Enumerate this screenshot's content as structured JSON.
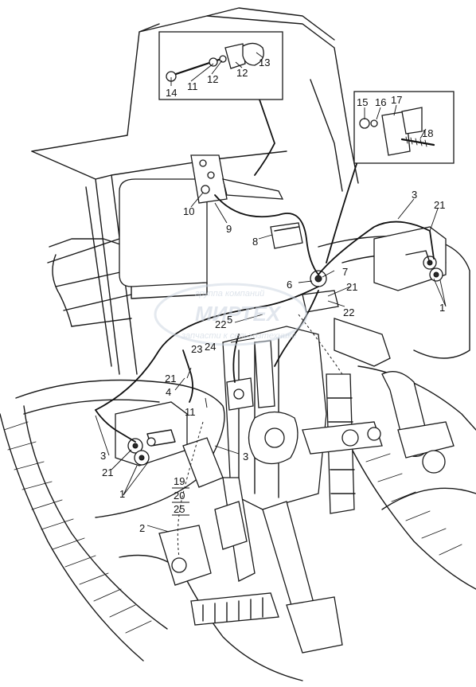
{
  "watermark": {
    "line1": "группа компаний",
    "line2": "МИРТЕХ",
    "line3": "запчасти к сельхозтехнике"
  },
  "labels": {
    "n1": "1",
    "n1b": "1",
    "n2": "2",
    "n3": "3",
    "n3b": "3",
    "n3c": "3",
    "n4": "4",
    "n5": "5",
    "n6": "6",
    "n7": "7",
    "n8": "8",
    "n9": "9",
    "n10": "10",
    "n11": "11",
    "n11b": "11",
    "n12": "12",
    "n12b": "12",
    "n13": "13",
    "n14": "14",
    "n15": "15",
    "n16": "16",
    "n17": "17",
    "n18": "18",
    "n19": "19",
    "n20": "20",
    "n21": "21",
    "n21b": "21",
    "n21c": "21",
    "n21d": "21",
    "n22": "22",
    "n22b": "22",
    "n23": "23",
    "n24": "24",
    "n25": "25"
  }
}
